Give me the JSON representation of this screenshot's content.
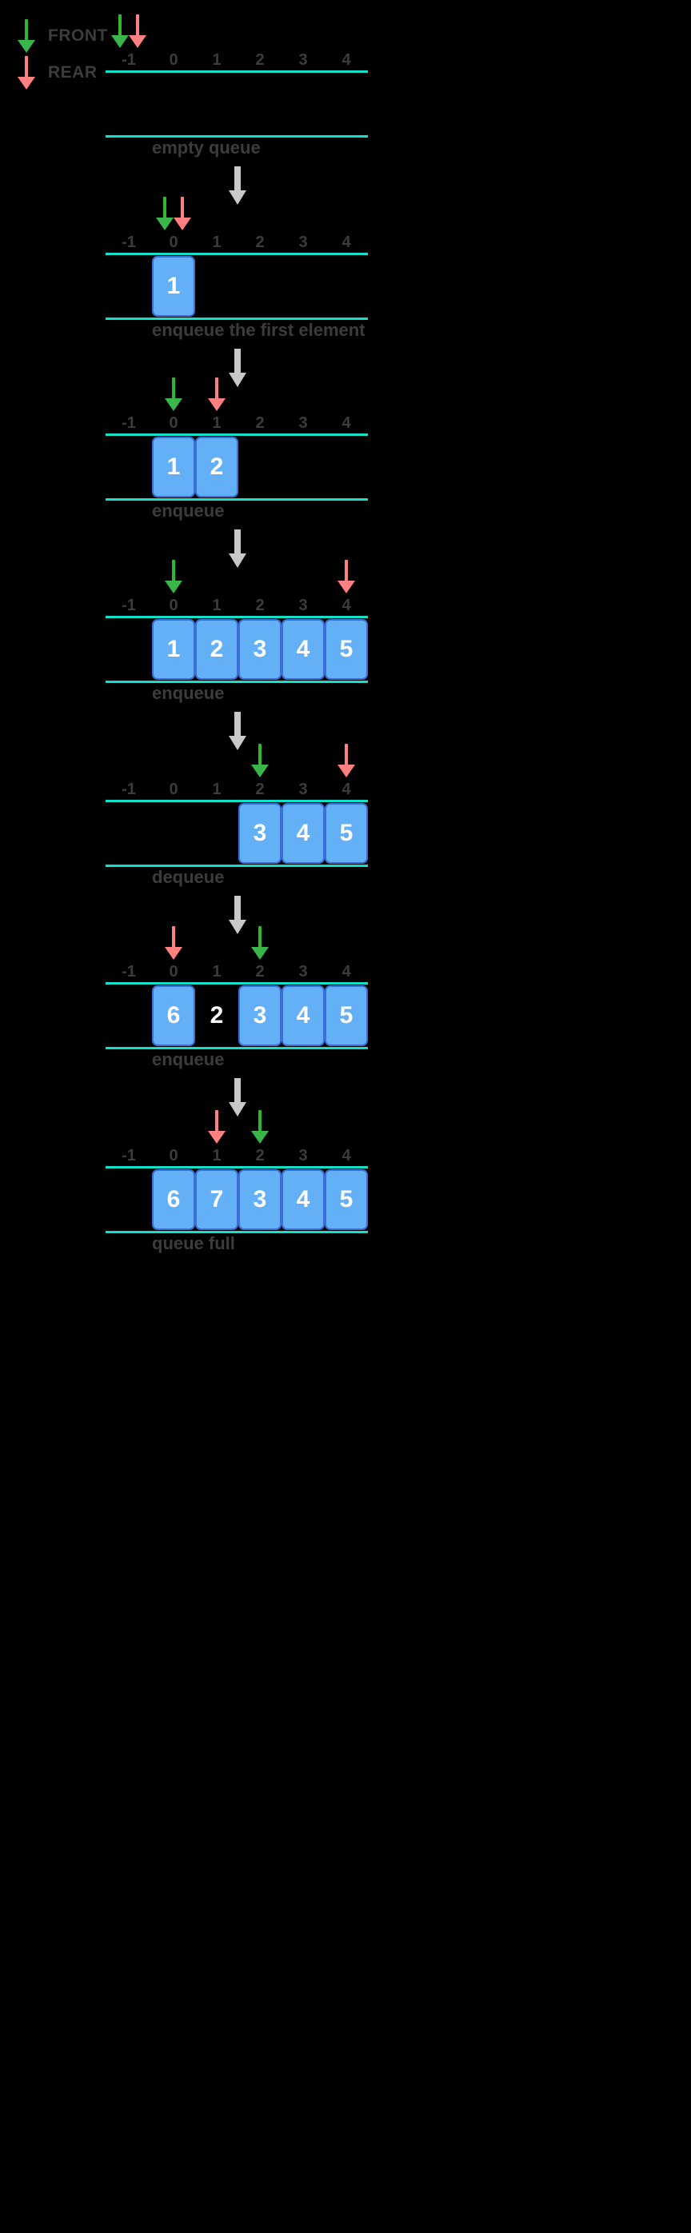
{
  "legend": {
    "items": [
      {
        "label": "FRONT",
        "color": "#39b54a",
        "icon": "down-arrow-icon"
      },
      {
        "label": "REAR",
        "color": "#ff8080",
        "icon": "down-arrow-icon"
      }
    ]
  },
  "colors": {
    "background": "#000000",
    "rail": "#12e0c8",
    "cell_fill": "#64b0f7",
    "cell_border": "#3a6fd8",
    "front_arrow": "#39b54a",
    "rear_arrow": "#ff8080",
    "label_text": "#3c3c3c",
    "flow_arrow": "#c9c9c9",
    "cell_value_text": "#ffffff"
  },
  "index_labels": [
    "-1",
    "0",
    "1",
    "2",
    "3",
    "4"
  ],
  "stages": [
    {
      "caption": "empty queue",
      "front": -1,
      "rear": -1,
      "cells": [
        {
          "index": 0,
          "value": "",
          "state": "blank"
        },
        {
          "index": 1,
          "value": "",
          "state": "blank"
        },
        {
          "index": 2,
          "value": "",
          "state": "blank"
        },
        {
          "index": 3,
          "value": "",
          "state": "blank"
        },
        {
          "index": 4,
          "value": "",
          "state": "blank"
        }
      ]
    },
    {
      "caption": "enqueue the first element",
      "front": 0,
      "rear": 0,
      "cells": [
        {
          "index": 0,
          "value": "1",
          "state": "filled"
        },
        {
          "index": 1,
          "value": "",
          "state": "blank"
        },
        {
          "index": 2,
          "value": "",
          "state": "blank"
        },
        {
          "index": 3,
          "value": "",
          "state": "blank"
        },
        {
          "index": 4,
          "value": "",
          "state": "blank"
        }
      ]
    },
    {
      "caption": "enqueue",
      "front": 0,
      "rear": 1,
      "cells": [
        {
          "index": 0,
          "value": "1",
          "state": "filled"
        },
        {
          "index": 1,
          "value": "2",
          "state": "filled"
        },
        {
          "index": 2,
          "value": "",
          "state": "blank"
        },
        {
          "index": 3,
          "value": "",
          "state": "blank"
        },
        {
          "index": 4,
          "value": "",
          "state": "blank"
        }
      ]
    },
    {
      "caption": "enqueue",
      "front": 0,
      "rear": 4,
      "cells": [
        {
          "index": 0,
          "value": "1",
          "state": "filled"
        },
        {
          "index": 1,
          "value": "2",
          "state": "filled"
        },
        {
          "index": 2,
          "value": "3",
          "state": "filled"
        },
        {
          "index": 3,
          "value": "4",
          "state": "filled"
        },
        {
          "index": 4,
          "value": "5",
          "state": "filled"
        }
      ]
    },
    {
      "caption": "dequeue",
      "front": 2,
      "rear": 4,
      "cells": [
        {
          "index": 0,
          "value": "",
          "state": "blank"
        },
        {
          "index": 1,
          "value": "",
          "state": "blank"
        },
        {
          "index": 2,
          "value": "3",
          "state": "filled"
        },
        {
          "index": 3,
          "value": "4",
          "state": "filled"
        },
        {
          "index": 4,
          "value": "5",
          "state": "filled"
        }
      ]
    },
    {
      "caption": "enqueue",
      "front": 2,
      "rear": 0,
      "cells": [
        {
          "index": 0,
          "value": "6",
          "state": "filled"
        },
        {
          "index": 1,
          "value": "2",
          "state": "ghost"
        },
        {
          "index": 2,
          "value": "3",
          "state": "filled"
        },
        {
          "index": 3,
          "value": "4",
          "state": "filled"
        },
        {
          "index": 4,
          "value": "5",
          "state": "filled"
        }
      ]
    },
    {
      "caption": "queue full",
      "front": 2,
      "rear": 1,
      "cells": [
        {
          "index": 0,
          "value": "6",
          "state": "filled"
        },
        {
          "index": 1,
          "value": "7",
          "state": "filled"
        },
        {
          "index": 2,
          "value": "3",
          "state": "filled"
        },
        {
          "index": 3,
          "value": "4",
          "state": "filled"
        },
        {
          "index": 4,
          "value": "5",
          "state": "filled"
        }
      ]
    }
  ]
}
